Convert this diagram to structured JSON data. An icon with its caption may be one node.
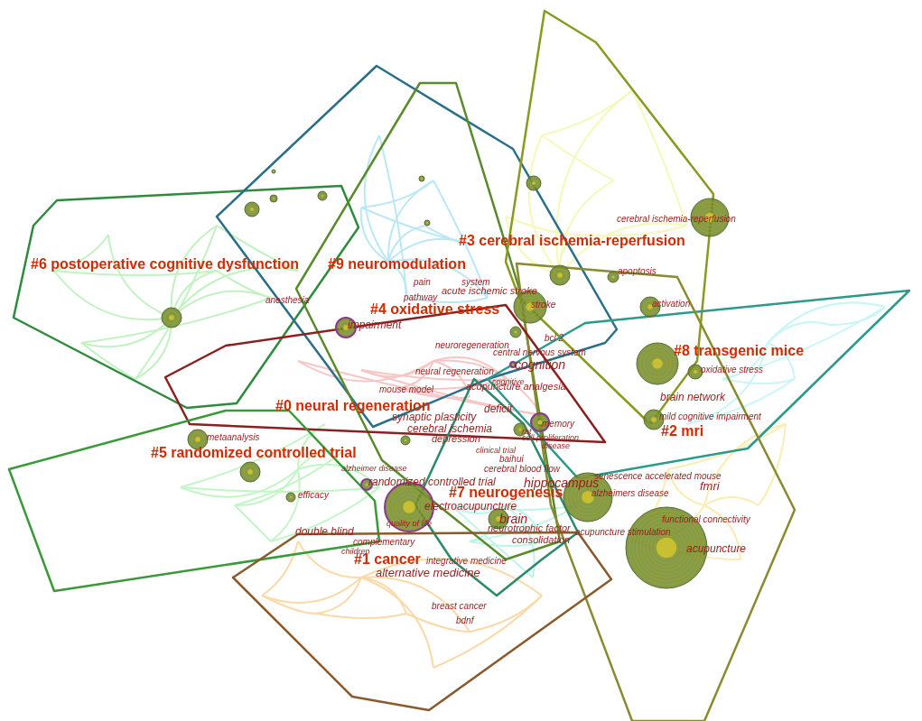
{
  "diagram": {
    "labels": [
      "cerebral ischemia-reperfusion",
      "#3 cerebral ischemia-reperfusion",
      "#6 postoperative cognitive dysfunction",
      "#9 neuromodulation",
      "apoptosis",
      "pain",
      "system",
      "pathway",
      "acute ischemic stroke",
      "anesthesia",
      "stroke",
      "activation",
      "#4 oxidative stress",
      "impairment",
      "bcl 2",
      "neuroregeneration",
      "central nervous system",
      "#8 transgenic mice",
      "cognition",
      "oxidative stress",
      "neural regeneration",
      "cognitive",
      "acupuncture analgesia",
      "mouse model",
      "brain network",
      "#0 neural regeneration",
      "deficit",
      "synaptic plasticity",
      "mild cognitive impairment",
      "memory",
      "cerebral ischemia",
      "#2 mri",
      "rat",
      "metaanalysis",
      "depression",
      "cell proliferation",
      "disease",
      "#5 randomized controlled trial",
      "clinical trial",
      "baihui",
      "alzheimer disease",
      "cerebral blood flow",
      "senescence accelerated mouse",
      "randomized controlled trial",
      "hippocampus",
      "fmri",
      "#7 neurogenesis",
      "alzheimers disease",
      "efficacy",
      "electroacupuncture",
      "functional connectivity",
      "brain",
      "quality of life",
      "neurotrophic factor",
      "acupuncture stimulation",
      "double blind",
      "consolidation",
      "complementary",
      "children",
      "acupuncture",
      "#1 cancer",
      "integrative medicine",
      "alternative medicine",
      "breast cancer",
      "bdnf"
    ]
  }
}
